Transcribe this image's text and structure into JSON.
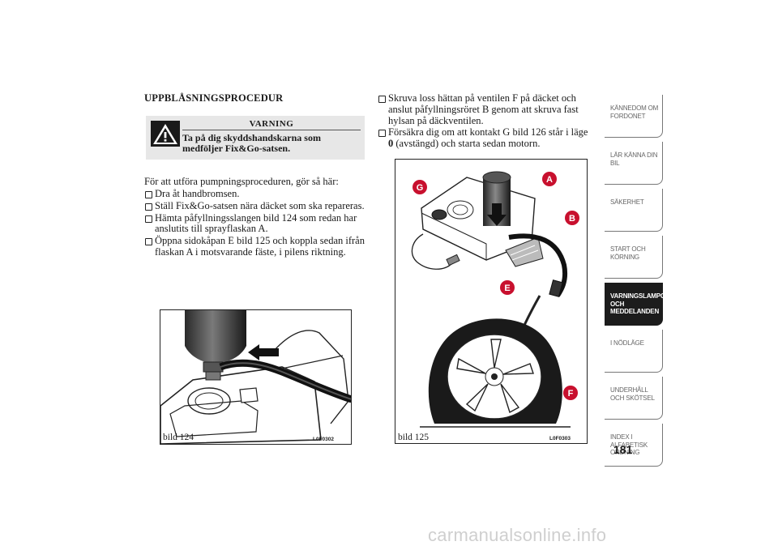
{
  "heading": "UPPBLÅSNINGSPROCEDUR",
  "warning": {
    "title": "VARNING",
    "text": "Ta på dig skyddshandskarna som medföljer Fix&Go-satsen.",
    "icon": "warning-triangle-icon"
  },
  "intro": "För att utföra pumpningsproceduren, gör så här:",
  "steps_left": [
    "Dra åt handbromsen.",
    "Ställ Fix&Go-satsen nära däcket som ska repareras.",
    "Hämta påfyllningsslangen bild 124 som redan har anslutits till sprayflaskan A.",
    "Öppna sidokåpan E bild 125 och koppla sedan ifrån flaskan A i motsvarande fäste, i pilens riktning."
  ],
  "steps_right": [
    "Skruva loss hättan på ventilen F på däcket och anslut påfyllningsröret B genom att skruva fast hylsan på däckventilen.",
    {
      "before": "Försäkra dig om att kontakt G bild 126 står i läge ",
      "bold": "0",
      "after": " (avstängd) och starta sedan motorn."
    }
  ],
  "figures": [
    {
      "caption": "bild 124",
      "code": "L0F0302"
    },
    {
      "caption": "bild 125",
      "code": "L0F0303",
      "labels": [
        "G",
        "A",
        "B",
        "E",
        "F"
      ]
    }
  ],
  "nav": [
    {
      "label": "KÄNNEDOM OM FORDONET",
      "active": false
    },
    {
      "label": "LÄR KÄNNA DIN BIL",
      "active": false
    },
    {
      "label": "SÄKERHET",
      "active": false
    },
    {
      "label": "START OCH KÖRNING",
      "active": false
    },
    {
      "label": "VARNINGSLAMPOR OCH MEDDELANDEN",
      "active": true
    },
    {
      "label": "I NÖDLÄGE",
      "active": false
    },
    {
      "label": "UNDERHÅLL OCH SKÖTSEL",
      "active": false
    },
    {
      "label": "INDEX I ALFABETISK ORDNING",
      "active": false
    }
  ],
  "page_number": "181",
  "watermark": "carmanualsonline.info",
  "colors": {
    "label_red": "#c8102e",
    "nav_active": "#1c1c1c",
    "warn_bg": "#e7e7e7"
  }
}
